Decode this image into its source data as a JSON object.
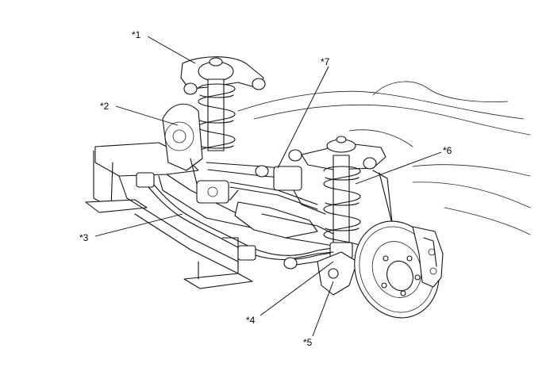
{
  "callouts": [
    {
      "id": "1",
      "text": "*1"
    },
    {
      "id": "2",
      "text": "*2"
    },
    {
      "id": "3",
      "text": "*3"
    },
    {
      "id": "4",
      "text": "*4"
    },
    {
      "id": "5",
      "text": "*5"
    },
    {
      "id": "6",
      "text": "*6"
    },
    {
      "id": "7",
      "text": "*7"
    }
  ]
}
